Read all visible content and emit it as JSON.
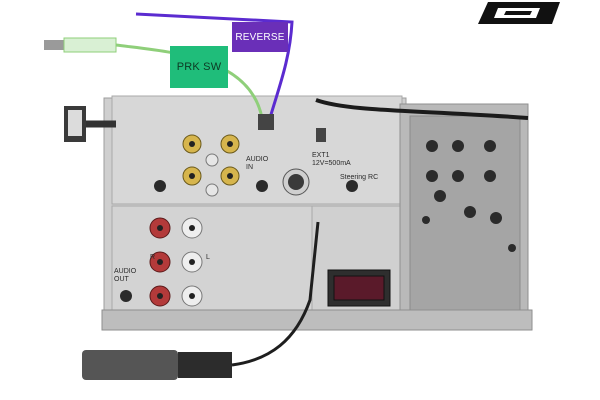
{
  "labels": {
    "reverse": "REVERSE",
    "prk_sw": "PRK SW",
    "audio_out": "AUDIO\nOUT",
    "audio_in": "AUDIO\nIN",
    "ext": "EXT1\n12V=500mA",
    "r_mark": "R",
    "l_mark": "L",
    "steering": "Steering RC"
  },
  "colors": {
    "reverse_tag": "#6a2fb8",
    "prk_tag": "#1fbd7a",
    "reverse_wire": "#5b2bd0",
    "prk_wire": "#8fcf7a",
    "chassis": "#c9c9c9"
  }
}
